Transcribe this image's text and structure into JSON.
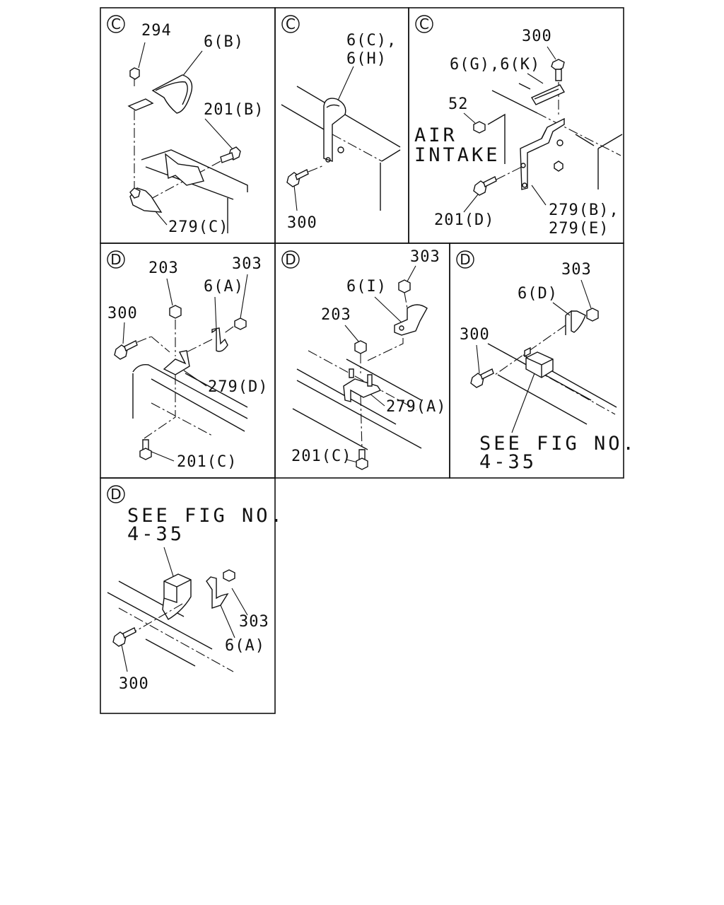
{
  "panels": [
    {
      "section": "C",
      "labels": [
        "294",
        "6(B)",
        "201(B)",
        "279(C)"
      ]
    },
    {
      "section": "C",
      "labels": [
        "6(C),",
        "6(H)",
        "300"
      ]
    },
    {
      "section": "C",
      "labels": [
        "300",
        "6(G),6(K)",
        "52",
        "AIR",
        "INTAKE",
        "201(D)",
        "279(B),",
        "279(E)"
      ]
    },
    {
      "section": "D",
      "labels": [
        "203",
        "303",
        "6(A)",
        "300",
        "279(D)",
        "201(C)"
      ]
    },
    {
      "section": "D",
      "labels": [
        "303",
        "6(I)",
        "203",
        "279(A)",
        "201(C)"
      ]
    },
    {
      "section": "D",
      "labels": [
        "303",
        "6(D)",
        "300",
        "SEE FIG NO.",
        "4-35"
      ]
    },
    {
      "section": "D",
      "labels": [
        "SEE FIG NO.",
        "4-35",
        "303",
        "6(A)",
        "300"
      ]
    }
  ]
}
